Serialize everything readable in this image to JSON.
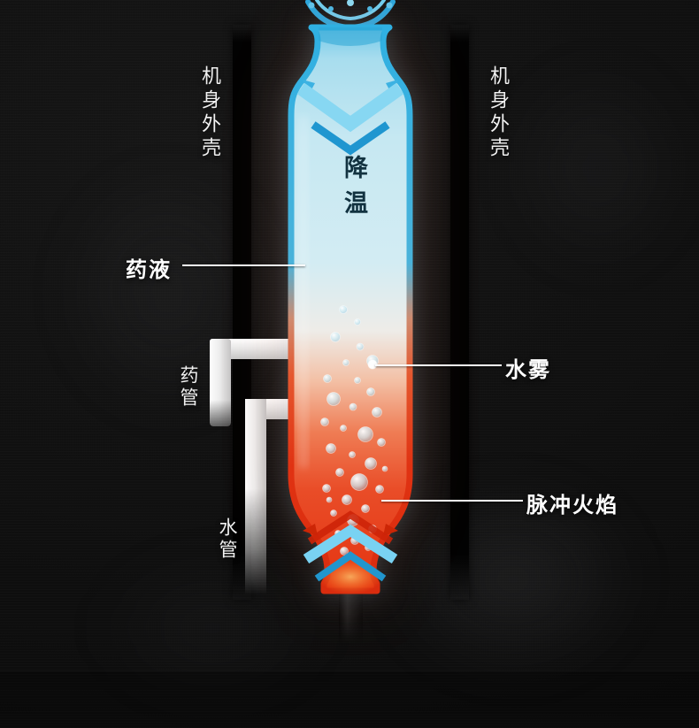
{
  "scene": {
    "labels": {
      "shell_left": "机身外壳",
      "shell_right": "机身外壳",
      "cooling": "降温",
      "medicine_liquid": "药液",
      "medicine_pipe": "药管",
      "water_pipe": "水管",
      "water_mist": "水雾",
      "pulse_flame": "脉冲火焰"
    },
    "colors": {
      "background": "#101010",
      "shell_bar": "#020202",
      "tube_cool": "#2fb0e2",
      "tube_hot": "#e23414",
      "tube_fill_top": "#a8ddee",
      "tube_fill_bottom": "#e43310",
      "pipe": "#f2f2f2",
      "label_text": "#ffffff",
      "cooling_text": "#123240"
    }
  }
}
